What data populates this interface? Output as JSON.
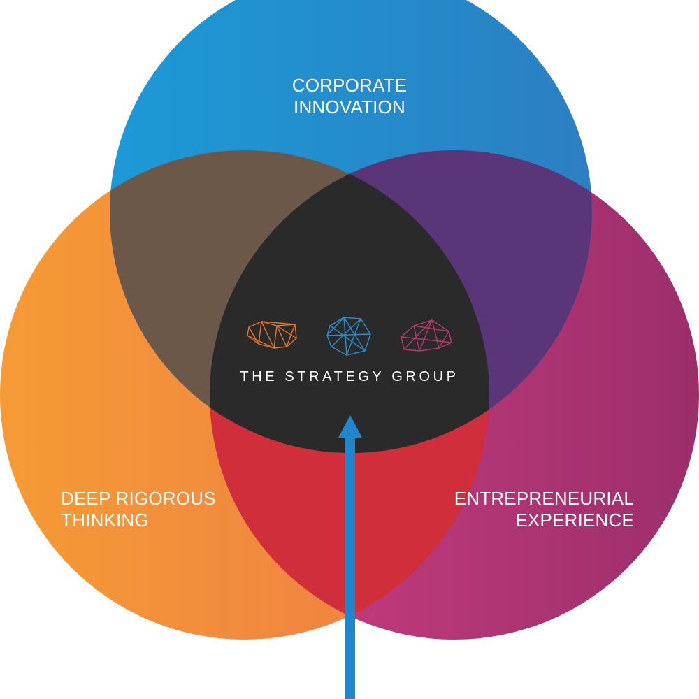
{
  "diagram": {
    "circles": [
      {
        "id": "corporate-innovation",
        "lines": [
          "CORPORATE",
          "INNOVATION"
        ],
        "color_start": "#1c9ad6",
        "color_end": "#2c7fc2"
      },
      {
        "id": "deep-rigorous-thinking",
        "lines": [
          "DEEP RIGOROUS",
          "THINKING"
        ],
        "color_start": "#f59b35",
        "color_end": "#ef7b47"
      },
      {
        "id": "entrepreneurial-experience",
        "lines": [
          "ENTREPRENEURIAL",
          "EXPERIENCE"
        ],
        "color_start": "#cc3f7f",
        "color_end": "#9c2e6c"
      }
    ],
    "overlaps": {
      "top_left": "#6b5849",
      "top_right": "#5a3577",
      "bottom": "#cf2e3a",
      "center": "#2a2a2a"
    },
    "center_label": "THE STRATEGY GROUP",
    "logo_icons": [
      {
        "name": "orange-gem-icon",
        "color": "#e2772f"
      },
      {
        "name": "blue-gem-icon",
        "color": "#2a8fcf"
      },
      {
        "name": "magenta-gem-icon",
        "color": "#b8386f"
      }
    ],
    "arrow_color": "#1f86cc"
  }
}
